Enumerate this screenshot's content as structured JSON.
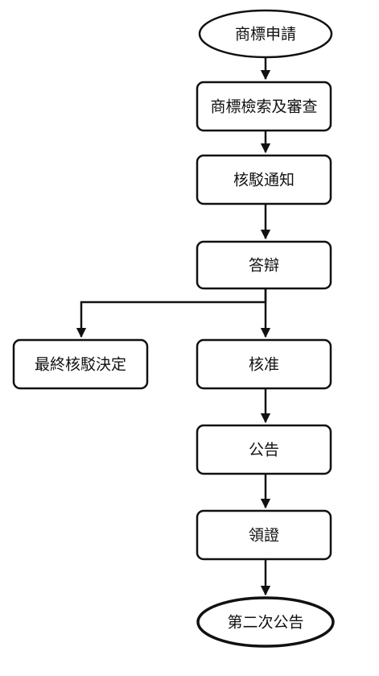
{
  "diagram": {
    "type": "flowchart",
    "nodes": {
      "apply": {
        "label": "商標申請",
        "shape": "ellipse"
      },
      "search_review": {
        "label": "商標檢索及審查",
        "shape": "rounded-rect"
      },
      "rejection_notice": {
        "label": "核駁通知",
        "shape": "rounded-rect"
      },
      "response": {
        "label": "答辯",
        "shape": "rounded-rect"
      },
      "final_rejection": {
        "label": "最終核駁決定",
        "shape": "rounded-rect"
      },
      "approval": {
        "label": "核准",
        "shape": "rounded-rect"
      },
      "publication": {
        "label": "公告",
        "shape": "rounded-rect"
      },
      "certificate": {
        "label": "領證",
        "shape": "rounded-rect"
      },
      "second_publication": {
        "label": "第二次公告",
        "shape": "ellipse"
      }
    },
    "edges": [
      {
        "from": "apply",
        "to": "search_review"
      },
      {
        "from": "search_review",
        "to": "rejection_notice"
      },
      {
        "from": "rejection_notice",
        "to": "response"
      },
      {
        "from": "response",
        "to": "final_rejection"
      },
      {
        "from": "response",
        "to": "approval"
      },
      {
        "from": "approval",
        "to": "publication"
      },
      {
        "from": "publication",
        "to": "certificate"
      },
      {
        "from": "certificate",
        "to": "second_publication"
      }
    ]
  }
}
